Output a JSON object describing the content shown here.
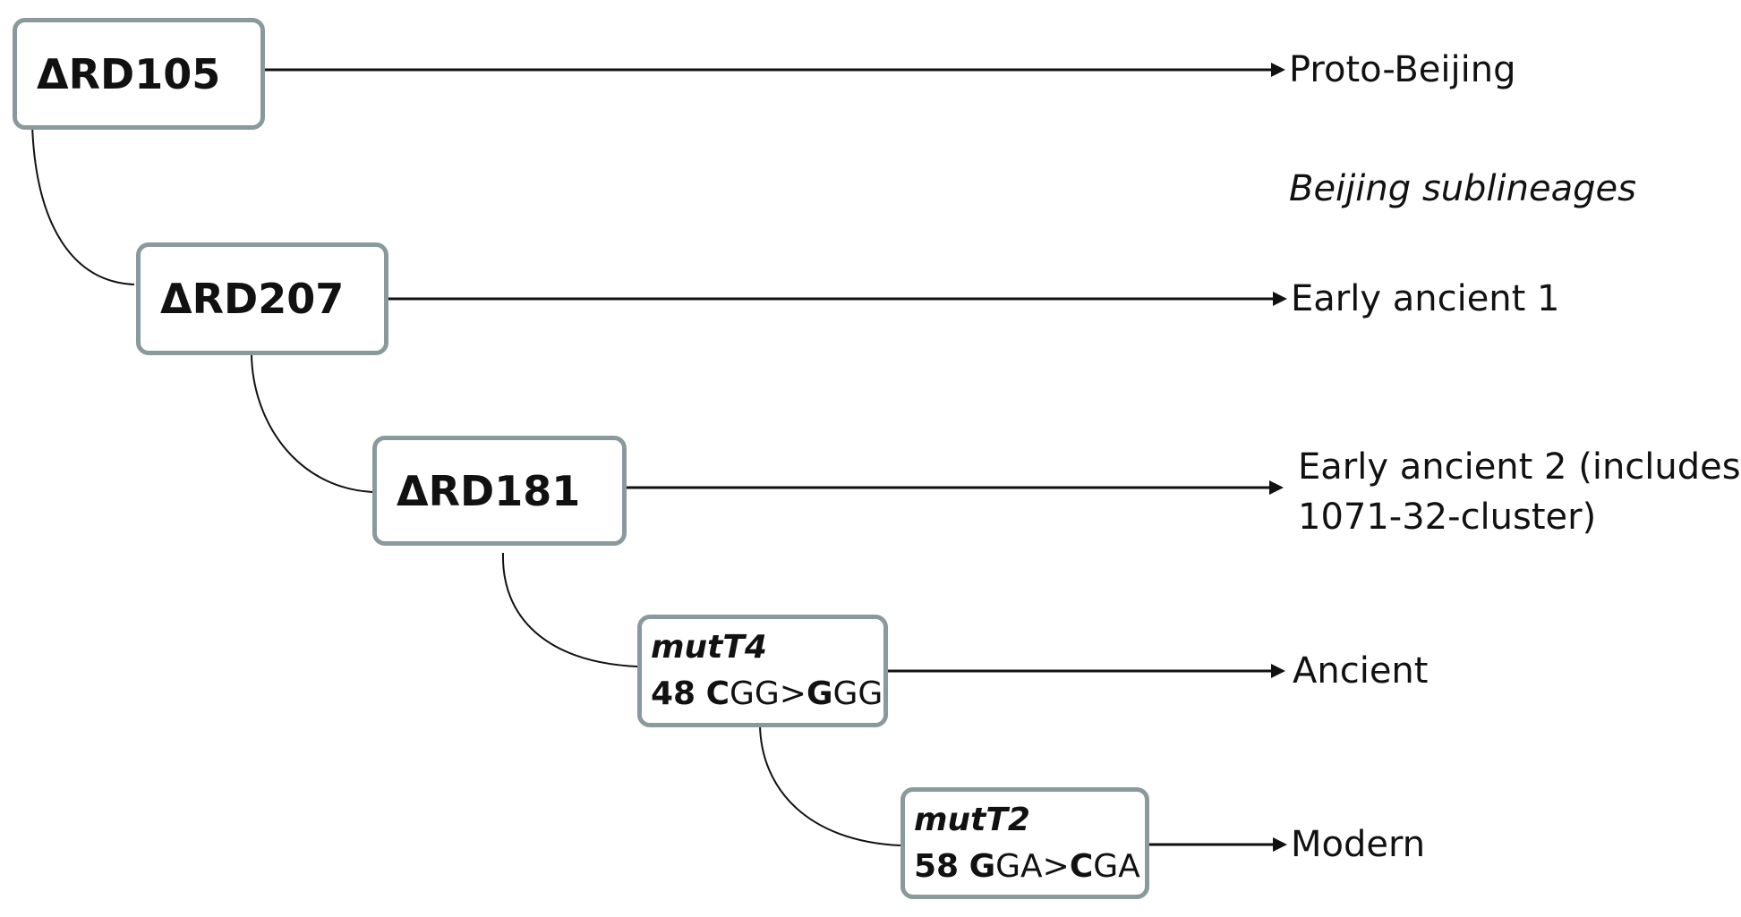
{
  "nodes": {
    "rd105": {
      "label": "ΔRD105"
    },
    "rd207": {
      "label": "ΔRD207"
    },
    "rd181": {
      "label": "ΔRD181"
    },
    "mutt4": {
      "gene": "mutT4",
      "position": "48",
      "codon_from_changed": "C",
      "codon_from_rest": "GG",
      "separator": ">",
      "codon_to_changed": "G",
      "codon_to_rest": "GG"
    },
    "mutt2": {
      "gene": "mutT2",
      "position": "58",
      "codon_from_changed": "G",
      "codon_from_rest": "GA",
      "separator": ">",
      "codon_to_changed": "C",
      "codon_to_rest": "GA"
    }
  },
  "outcomes": {
    "proto_beijing": "Proto-Beijing",
    "sublineages_heading": "Beijing sublineages",
    "early_ancient_1": "Early ancient 1",
    "early_ancient_2_line1": "Early ancient 2 (includes",
    "early_ancient_2_line2": "1071-32-cluster)",
    "ancient": "Ancient",
    "modern": "Modern"
  },
  "colors": {
    "box_border": "#8a9a9c",
    "line": "#111111"
  }
}
